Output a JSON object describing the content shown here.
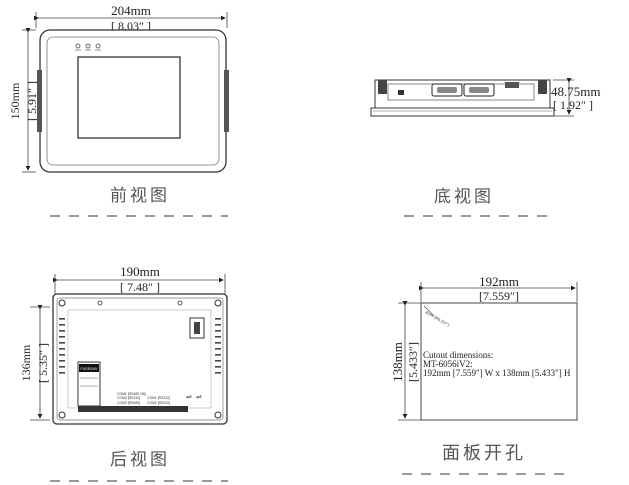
{
  "front_view": {
    "caption": "前视图",
    "width_mm": "204mm",
    "width_in": "[ 8.03″ ]",
    "height_mm": "150mm",
    "height_in": "[ 5.91″ ]"
  },
  "bottom_view": {
    "caption": "底视图",
    "depth_mm": "48.75mm",
    "depth_in": "[ 1.92″ ]"
  },
  "rear_view": {
    "caption": "后视图",
    "width_mm": "190mm",
    "width_in": "[ 7.48″ ]",
    "height_mm": "136mm",
    "height_in": "[ 5.35″ ]",
    "port_labels": [
      "COM1 [RS485 2W]",
      "COM3 [RS485]",
      "COM1 [RS232]",
      "COM2 [RS232]",
      "COM3 [RS232]"
    ],
    "terminal_label": "FUSE/24V"
  },
  "panel_cutout": {
    "caption": "面板开孔",
    "width_mm": "192mm",
    "width_in": "[7.559″]",
    "height_mm": "138mm",
    "height_in": "[5.433″]",
    "corner_note": "4mm (R0.157\")",
    "text_line1": "Cutout dimensions:",
    "text_line2": "MT-6056iV2:",
    "text_line3": "192mm [7.559\"] W x 138mm [5.433\"] H"
  }
}
